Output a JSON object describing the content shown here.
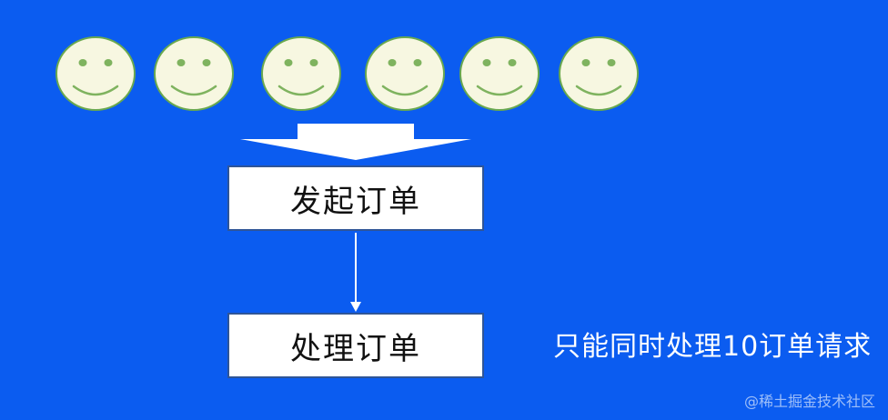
{
  "diagram": {
    "users": [
      {
        "id": "user-1"
      },
      {
        "id": "user-2"
      },
      {
        "id": "user-3"
      },
      {
        "id": "user-4"
      },
      {
        "id": "user-5"
      },
      {
        "id": "user-6"
      }
    ],
    "steps": {
      "initiate_order": "发起订单",
      "process_order": "处理订单"
    },
    "note": "只能同时处理10订单请求",
    "watermark": "@稀土掘金技术社区"
  },
  "colors": {
    "background": "#0b5cf0",
    "face_fill": "#f7f7e1",
    "face_stroke": "#69a84f",
    "feature": "#7fb35f",
    "box_fill": "#ffffff",
    "box_border": "#2f5597",
    "arrow": "#ffffff"
  }
}
